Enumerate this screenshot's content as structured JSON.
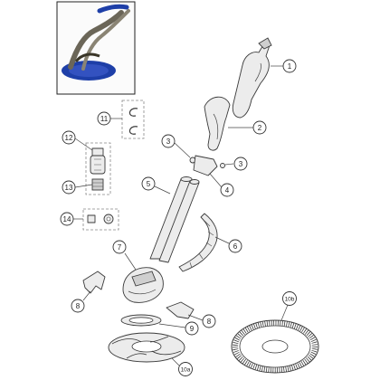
{
  "diagram": {
    "callouts": [
      {
        "id": "c1",
        "label": "1"
      },
      {
        "id": "c2",
        "label": "2"
      },
      {
        "id": "c3a",
        "label": "3"
      },
      {
        "id": "c3b",
        "label": "3"
      },
      {
        "id": "c4",
        "label": "4"
      },
      {
        "id": "c5",
        "label": "5"
      },
      {
        "id": "c6",
        "label": "6"
      },
      {
        "id": "c7",
        "label": "7"
      },
      {
        "id": "c8a",
        "label": "8"
      },
      {
        "id": "c8b",
        "label": "8"
      },
      {
        "id": "c9",
        "label": "9"
      },
      {
        "id": "c10a",
        "label": "10a"
      },
      {
        "id": "c10b",
        "label": "10b"
      },
      {
        "id": "c11",
        "label": "11"
      },
      {
        "id": "c12",
        "label": "12"
      },
      {
        "id": "c13",
        "label": "13"
      },
      {
        "id": "c14",
        "label": "14"
      }
    ],
    "colors": {
      "inset_water": "#1e3fa8",
      "inset_body": "#6b6658",
      "line": "#3a3a3a",
      "fill": "#ececec"
    }
  }
}
